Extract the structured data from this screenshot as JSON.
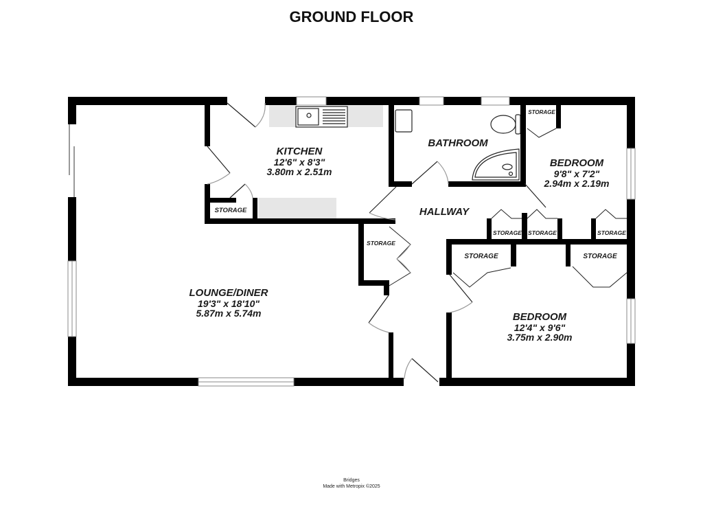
{
  "plan": {
    "title": "GROUND FLOOR",
    "rooms": {
      "kitchen": {
        "name": "KITCHEN",
        "imperial": "12'6\"  x 8'3\"",
        "metric": "3.80m  x 2.51m"
      },
      "bathroom": {
        "name": "BATHROOM"
      },
      "bedroom_small": {
        "name": "BEDROOM",
        "imperial": "9'8\"  x 7'2\"",
        "metric": "2.94m  x 2.19m"
      },
      "hallway": {
        "name": "HALLWAY"
      },
      "lounge": {
        "name": "LOUNGE/DINER",
        "imperial": "19'3\"  x 18'10\"",
        "metric": "5.87m  x 5.74m"
      },
      "bedroom_large": {
        "name": "BEDROOM",
        "imperial": "12'4\"  x 9'6\"",
        "metric": "3.75m  x 2.90m"
      }
    },
    "storage": {
      "kitchen": "STORAGE",
      "hallway_left": "STORAGE",
      "bedroom_small_top": "STORAGE",
      "hall_1": "STORAGE",
      "hall_2": "STORAGE",
      "bedroom_small_bottom": "STORAGE",
      "bedroom_large_left": "STORAGE",
      "bedroom_large_right": "STORAGE"
    }
  },
  "footer": {
    "line1": "Bridges",
    "line2": "Made with Metropix ©2025"
  }
}
